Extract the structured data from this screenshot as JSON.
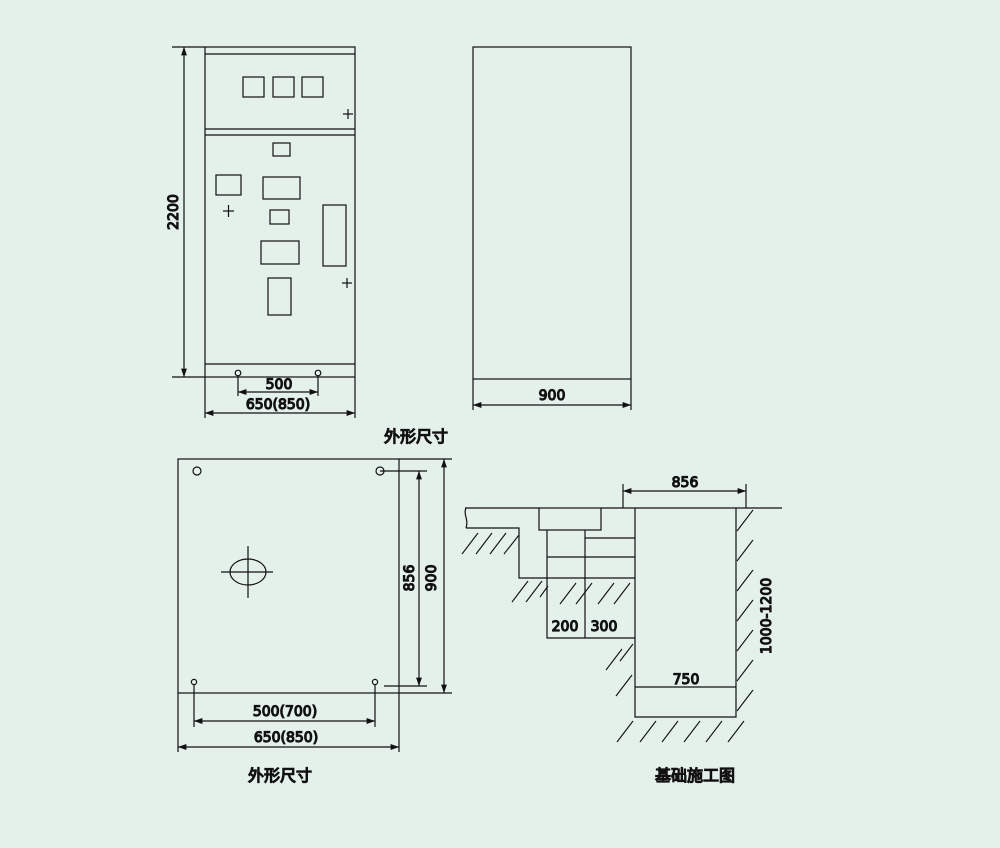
{
  "front_view": {
    "height_dim": "2200",
    "hole_spacing_dim": "500",
    "width_dim": "650(850)"
  },
  "side_view": {
    "depth_dim": "900"
  },
  "caption_elevation": "外形尺寸",
  "plan_view": {
    "hole_depth_dim": "856",
    "depth_dim": "900",
    "hole_spacing_dim": "500(700)",
    "width_dim": "650(850)",
    "caption": "外形尺寸"
  },
  "foundation": {
    "top_width_dim": "856",
    "step_dim_a": "200",
    "step_dim_b": "300",
    "pit_width_dim": "750",
    "pit_depth_dim": "1000-1200",
    "caption": "基础施工图"
  },
  "colors": {
    "background": "#e4f0ea",
    "line": "#111111"
  }
}
